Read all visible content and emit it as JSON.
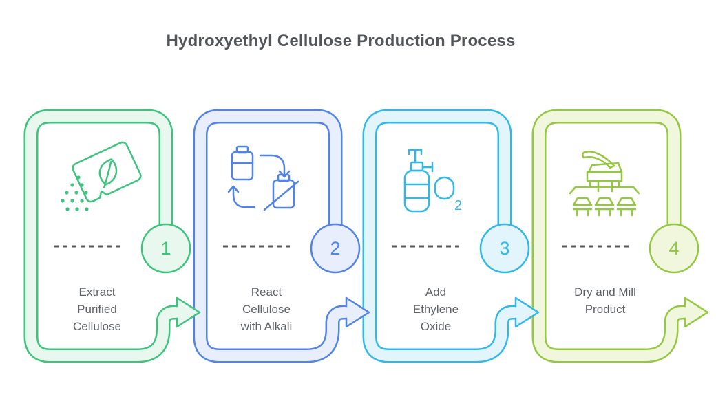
{
  "title": "Hydroxyethyl Cellulose Production Process",
  "title_color": "#525559",
  "text_color": "#5d6166",
  "dash_color": "#55585c",
  "steps": [
    {
      "number": "1",
      "label": "Extract Purified Cellulose",
      "label_lines": [
        "Extract",
        "Purified",
        "Cellulose"
      ],
      "icon": "seed-packet-pour-icon",
      "color": "#3cc47d",
      "light": "#e8f8ee"
    },
    {
      "number": "2",
      "label": "React Cellulose with Alkali",
      "label_lines": [
        "React",
        "Cellulose",
        "with Alkali"
      ],
      "icon": "container-exchange-icon",
      "color": "#5183e8",
      "light": "#e8eefb"
    },
    {
      "number": "3",
      "label": "Add Ethylene Oxide",
      "label_lines": [
        "Add",
        "Ethylene",
        "Oxide"
      ],
      "icon": "oxygen-cylinder-icon",
      "icon_sub": "2",
      "color": "#30b8e8",
      "light": "#e3f5fc"
    },
    {
      "number": "4",
      "label": "Dry and Mill Product",
      "label_lines": [
        "Dry and Mill",
        "Product"
      ],
      "icon": "press-mill-icon",
      "color": "#94c840",
      "light": "#f0f7dc"
    }
  ]
}
